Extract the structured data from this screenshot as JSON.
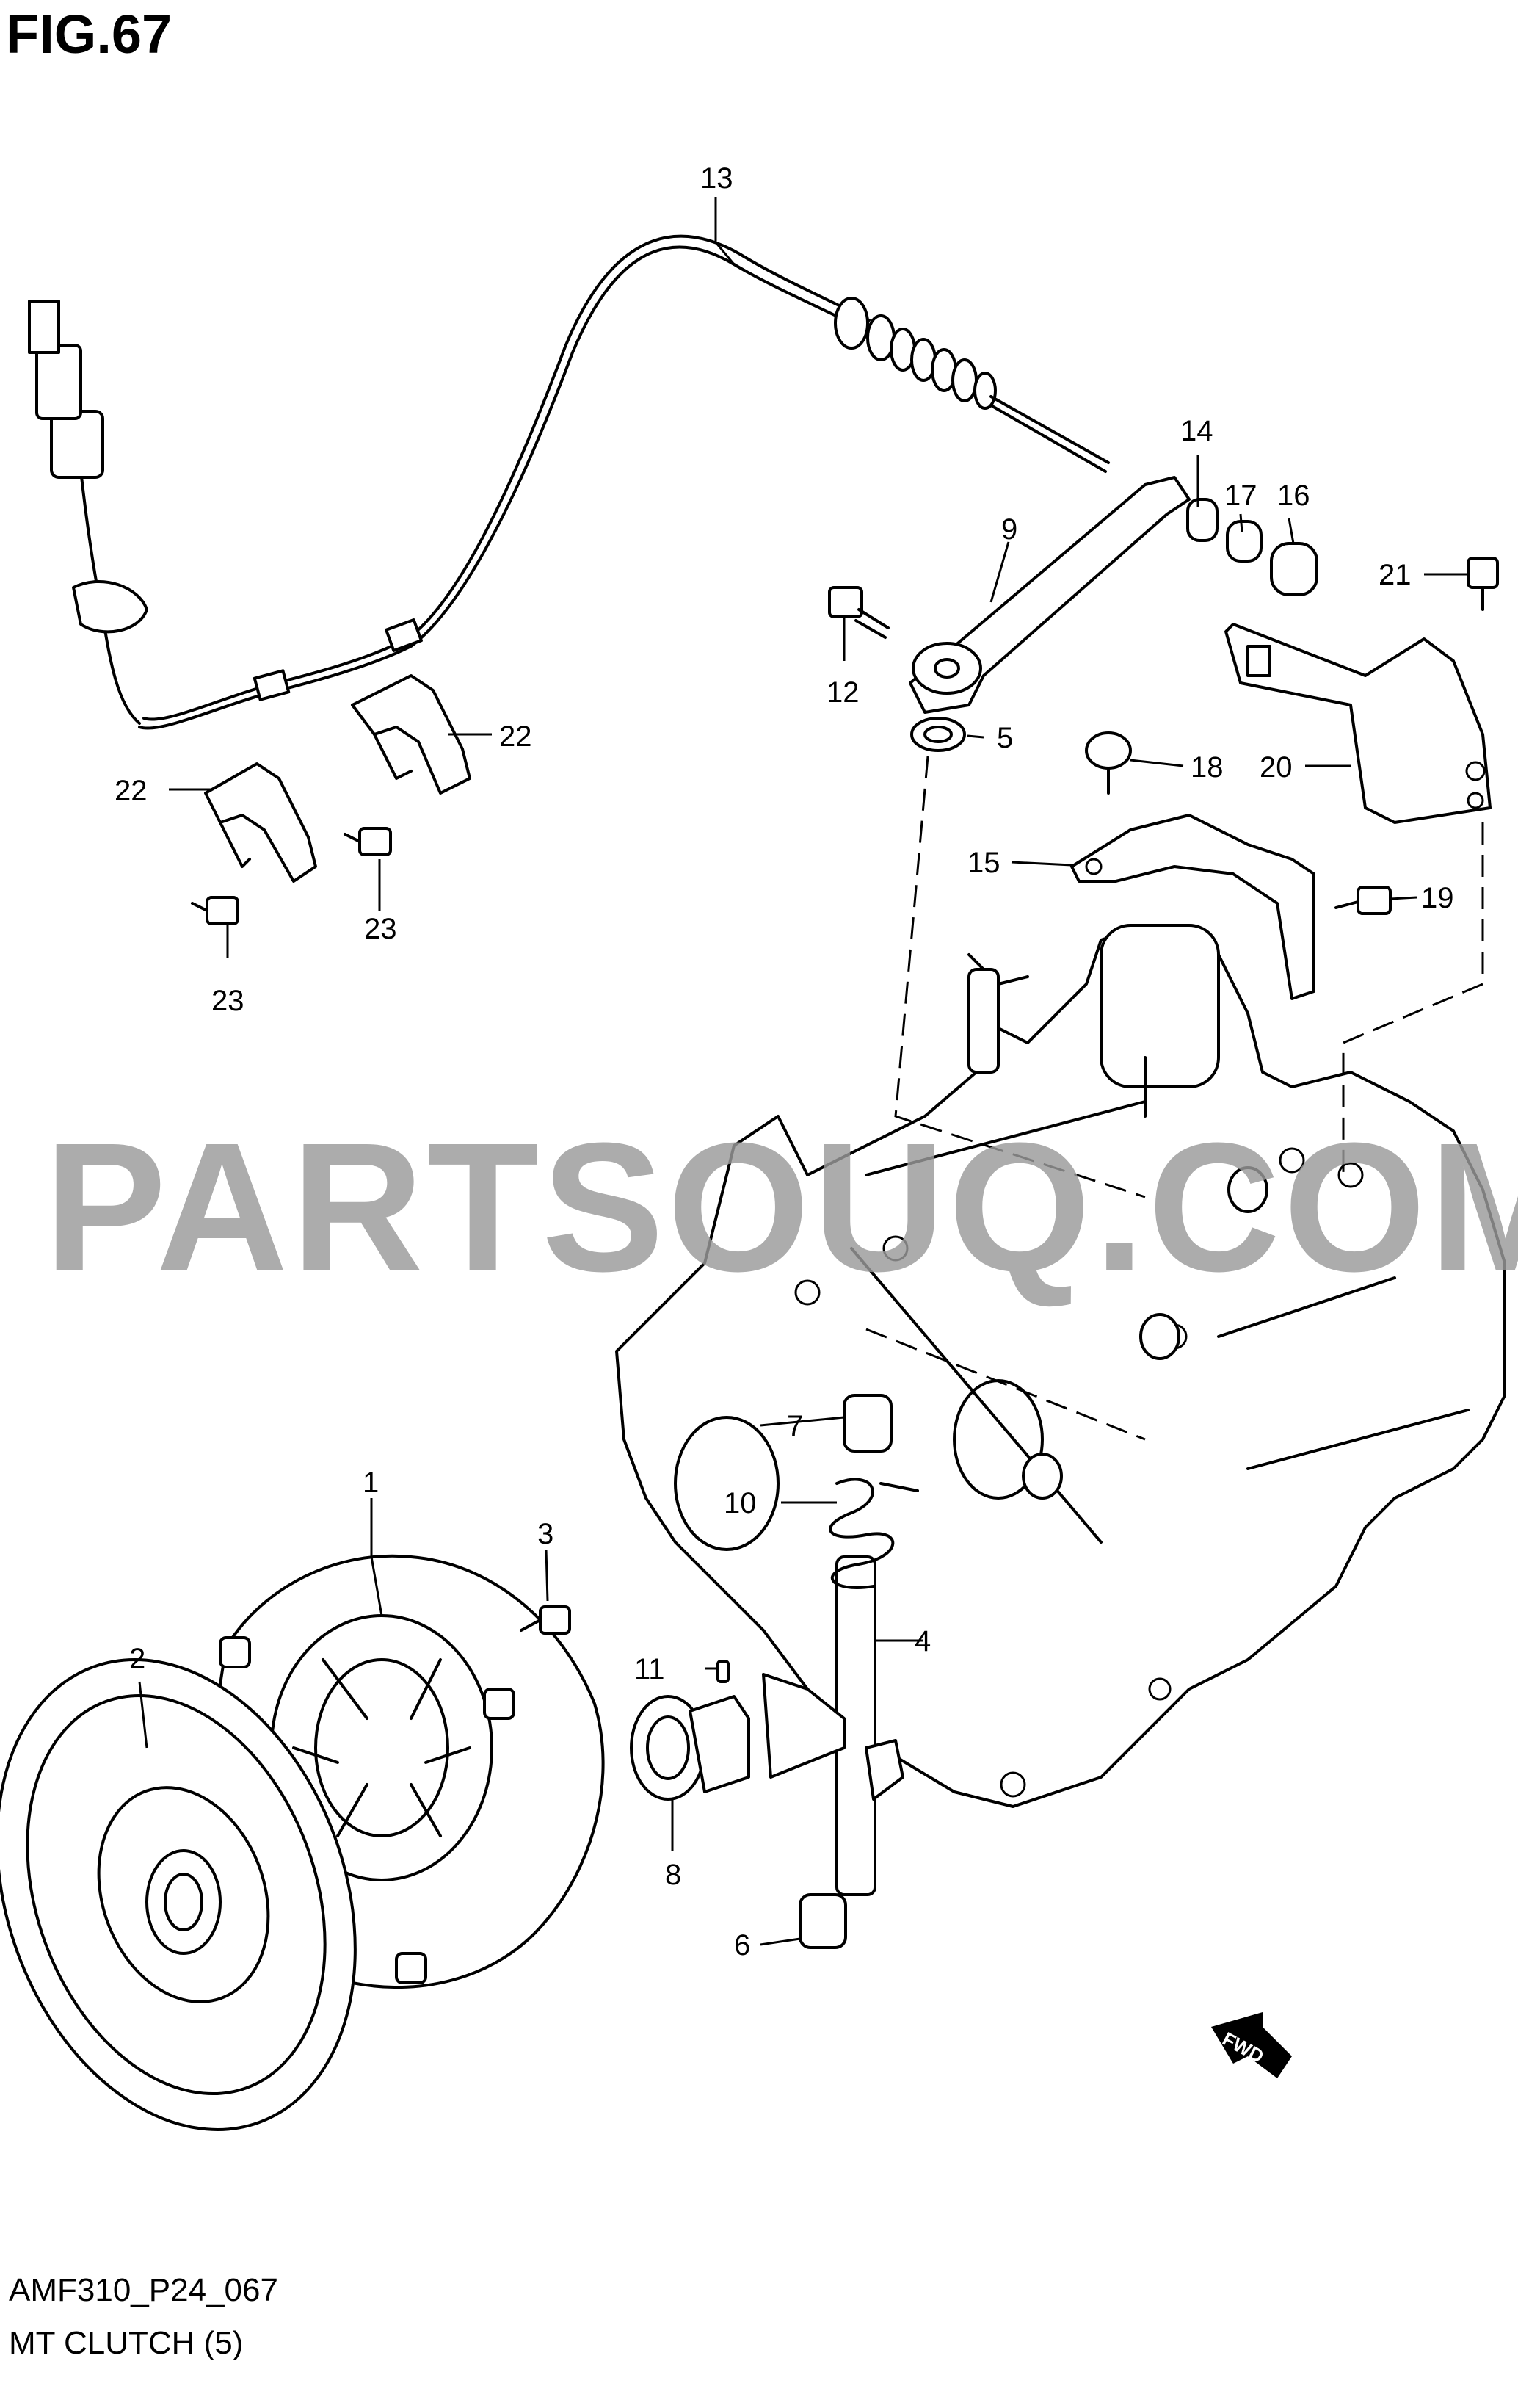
{
  "figure": {
    "title": "FIG.67",
    "code": "AMF310_P24_067",
    "name": "MT CLUTCH (5)"
  },
  "watermark": "PARTSOUQ.COM",
  "fwd_label": "FWD",
  "callouts": [
    "1",
    "2",
    "3",
    "4",
    "5",
    "6",
    "7",
    "8",
    "9",
    "10",
    "11",
    "12",
    "13",
    "14",
    "15",
    "16",
    "17",
    "18",
    "19",
    "20",
    "21",
    "22",
    "22",
    "23",
    "23"
  ],
  "colors": {
    "ink": "#000000",
    "watermark": "#9a9a9a",
    "paper": "#ffffff"
  }
}
